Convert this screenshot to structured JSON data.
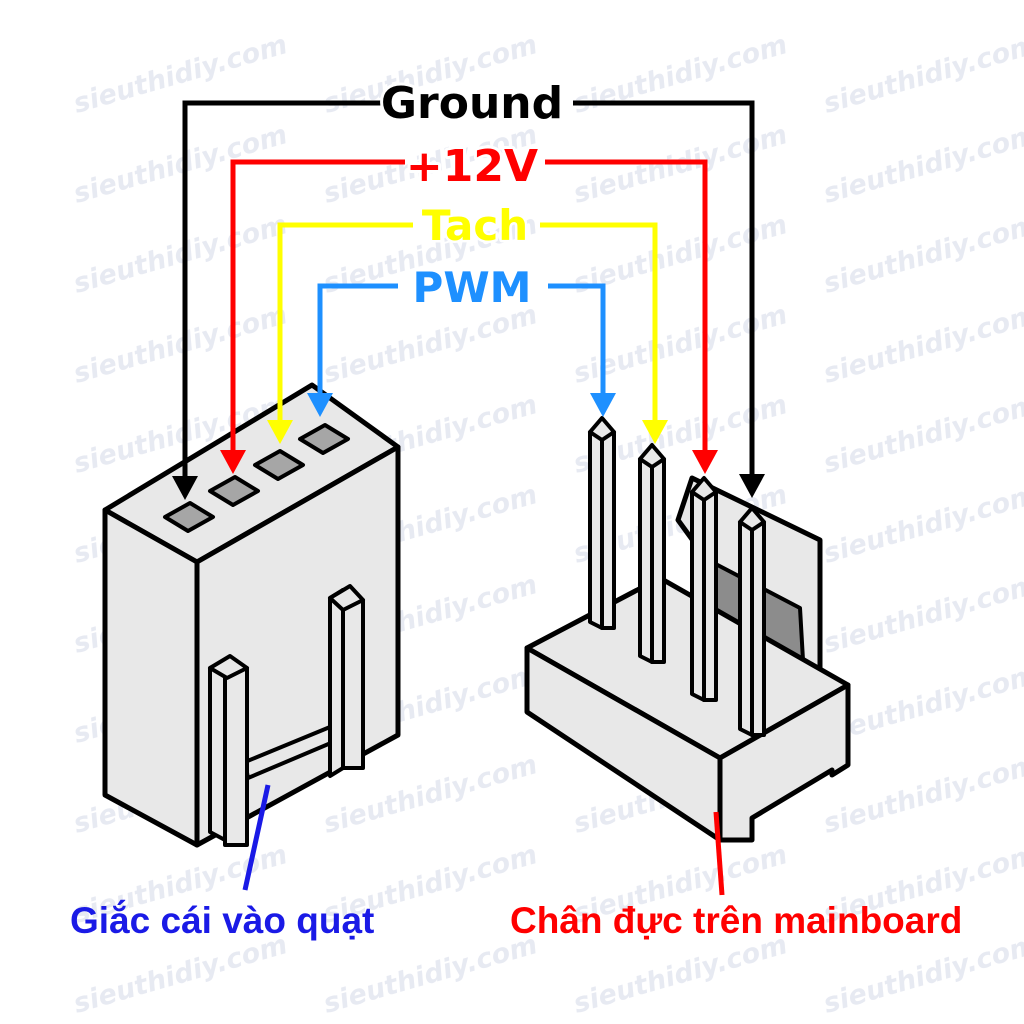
{
  "watermark": {
    "text": "sieuthidiy.com"
  },
  "signals": [
    {
      "name": "ground",
      "label": "Ground",
      "color": "#000000"
    },
    {
      "name": "plus12v",
      "label": "+12V",
      "color": "#ff0000"
    },
    {
      "name": "tach",
      "label": "Tach",
      "color": "#ffff00"
    },
    {
      "name": "pwm",
      "label": "PWM",
      "color": "#1e90ff"
    }
  ],
  "captions": {
    "female": {
      "text": "Giắc cái vào quạt",
      "color": "#1a1ae6"
    },
    "male": {
      "text": "Chân đực trên mainboard",
      "color": "#ff0000"
    }
  },
  "colors": {
    "housing": "#e8e8e8",
    "outline": "#000000",
    "hole": "#a6a6a6",
    "inner": "#8c8c8c"
  }
}
